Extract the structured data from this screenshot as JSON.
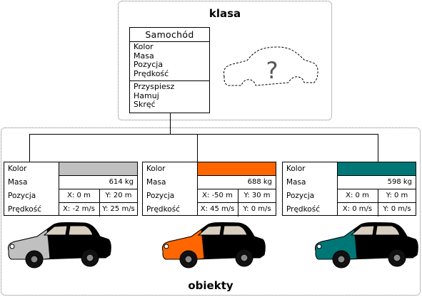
{
  "class_section": {
    "title": "klasa",
    "class_box": {
      "name": "Samochód",
      "attributes": [
        "Kolor",
        "Masa",
        "Pozycja",
        "Prędkość"
      ],
      "methods": [
        "Przyspiesz",
        "Hamuj",
        "Skręć"
      ]
    },
    "question_mark": "?"
  },
  "objects_section": {
    "title": "obiekty",
    "row_labels": {
      "color": "Kolor",
      "mass": "Masa",
      "position": "Pozycja",
      "speed": "Prędkość"
    },
    "objects": [
      {
        "color_hex": "#c0c0c0",
        "mass": "614 kg",
        "pos_x": "X: 0 m",
        "pos_y": "Y: 20 m",
        "speed_x": "X: -2 m/s",
        "speed_y": "Y: 25 m/s"
      },
      {
        "color_hex": "#ff6600",
        "mass": "688 kg",
        "pos_x": "X: -50 m",
        "pos_y": "Y: 30 m",
        "speed_x": "X: 45 m/s",
        "speed_y": "Y: 0 m/s"
      },
      {
        "color_hex": "#007777",
        "mass": "598 kg",
        "pos_x": "X: 0 m",
        "pos_y": "Y: 0 m",
        "speed_x": "X: 0 m/s",
        "speed_y": "Y: 0 m/s"
      }
    ]
  }
}
